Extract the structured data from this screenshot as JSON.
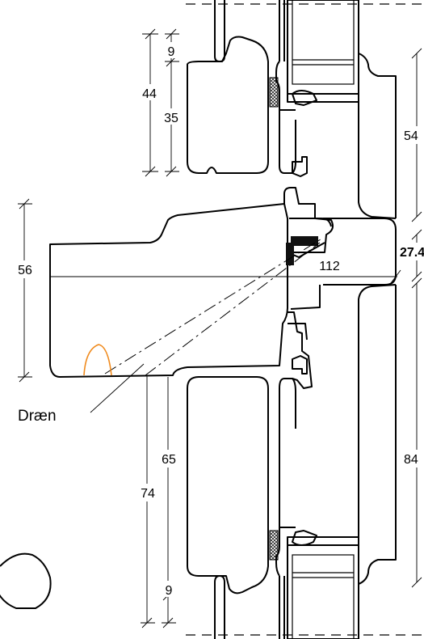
{
  "dimensions": {
    "top_gap": "9",
    "top_height_outer": "44",
    "top_height_inner": "35",
    "right_upper": "54",
    "left_sill": "56",
    "sill_depth": "112",
    "right_middle": "27.4",
    "lower_inner": "65",
    "lower_outer": "74",
    "bottom_gap": "9",
    "right_lower": "84"
  },
  "labels": {
    "drain": "Dræn"
  },
  "colors": {
    "line": "#000000",
    "drain_accent": "#f08a1c",
    "seal": "#111111"
  }
}
